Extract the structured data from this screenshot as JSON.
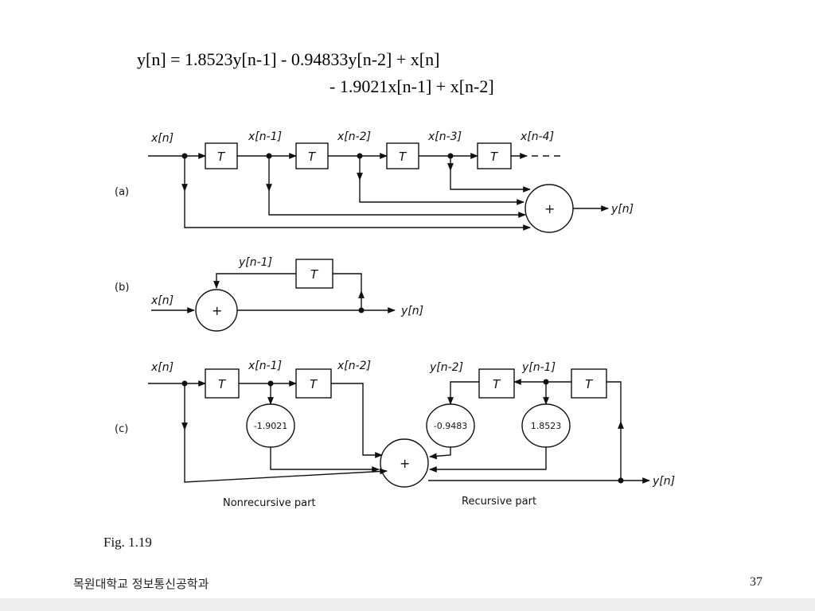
{
  "equation": {
    "line1": "y[n] = 1.8523y[n-1] - 0.94833y[n-2] + x[n]",
    "line2": "- 1.9021x[n-1] + x[n-2]"
  },
  "diagram": {
    "part_a": {
      "label": "(a)",
      "signals": [
        "x[n]",
        "x[n-1]",
        "x[n-2]",
        "x[n-3]",
        "x[n-4]"
      ],
      "delay": "T",
      "adder": "+",
      "output": "y[n]"
    },
    "part_b": {
      "label": "(b)",
      "input": "x[n]",
      "feedback": "y[n-1]",
      "delay": "T",
      "adder": "+",
      "output": "y[n]"
    },
    "part_c": {
      "label": "(c)",
      "input": "x[n]",
      "x1": "x[n-1]",
      "x2": "x[n-2]",
      "y2": "y[n-2]",
      "y1": "y[n-1]",
      "delay": "T",
      "coefficients": [
        "-1.9021",
        "-0.9483",
        "1.8523"
      ],
      "adder": "+",
      "output": "y[n]",
      "nonrecursive_label": "Nonrecursive part",
      "recursive_label": "Recursive part"
    }
  },
  "caption": "Fig. 1.19",
  "footer": {
    "institution": "목원대학교 정보통신공학과",
    "page_number": "37"
  }
}
